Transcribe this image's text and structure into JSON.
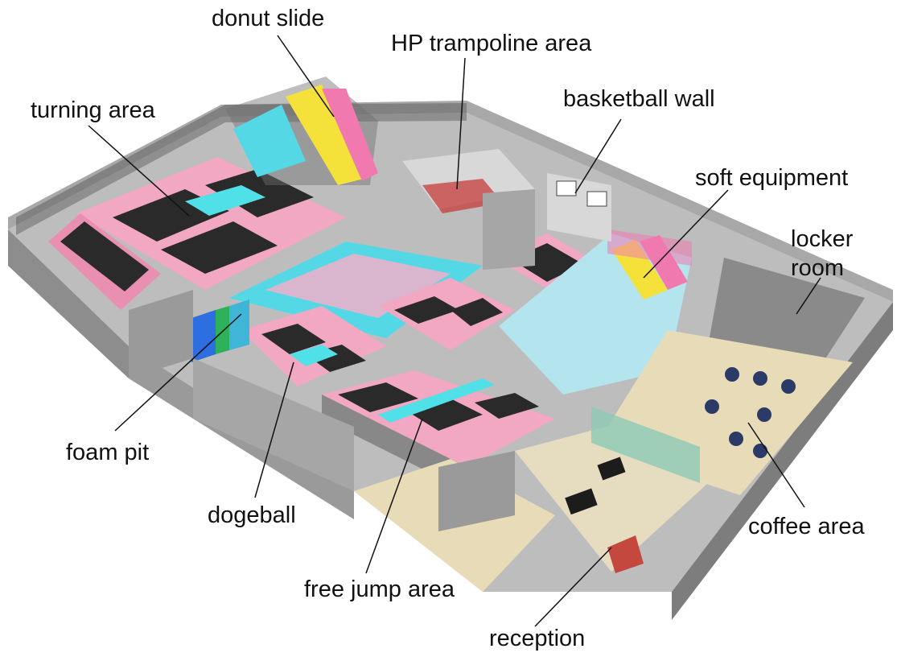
{
  "labels": {
    "donut_slide": "donut slide",
    "hp_trampoline_area": "HP trampoline area",
    "basketball_wall": "basketball wall",
    "turning_area": "turning  area",
    "soft_equipment": "soft equipment",
    "locker_room_line1": "locker",
    "locker_room_line2": "room",
    "foam_pit": "foam pit",
    "dogeball": "dogeball",
    "coffee_area": "coffee area",
    "free_jump_area": "free jump area",
    "reception": "reception"
  },
  "colors": {
    "wall": "#9a9a9a",
    "wall_dark": "#6e6e6e",
    "floor_grey": "#c9c9c9",
    "trampoline_pink": "#f2a7c3",
    "trampoline_bed": "#2a2a2a",
    "trampoline_cyan": "#4fe0e8",
    "foam_cyan": "#55d8e6",
    "foam_pink": "#f1b0c9",
    "tile": "#e8dcb8",
    "slide_yellow": "#f4e23a",
    "slide_pink": "#f07ab0",
    "coffee_table": "#2b3a66",
    "leader_line": "#111111"
  }
}
